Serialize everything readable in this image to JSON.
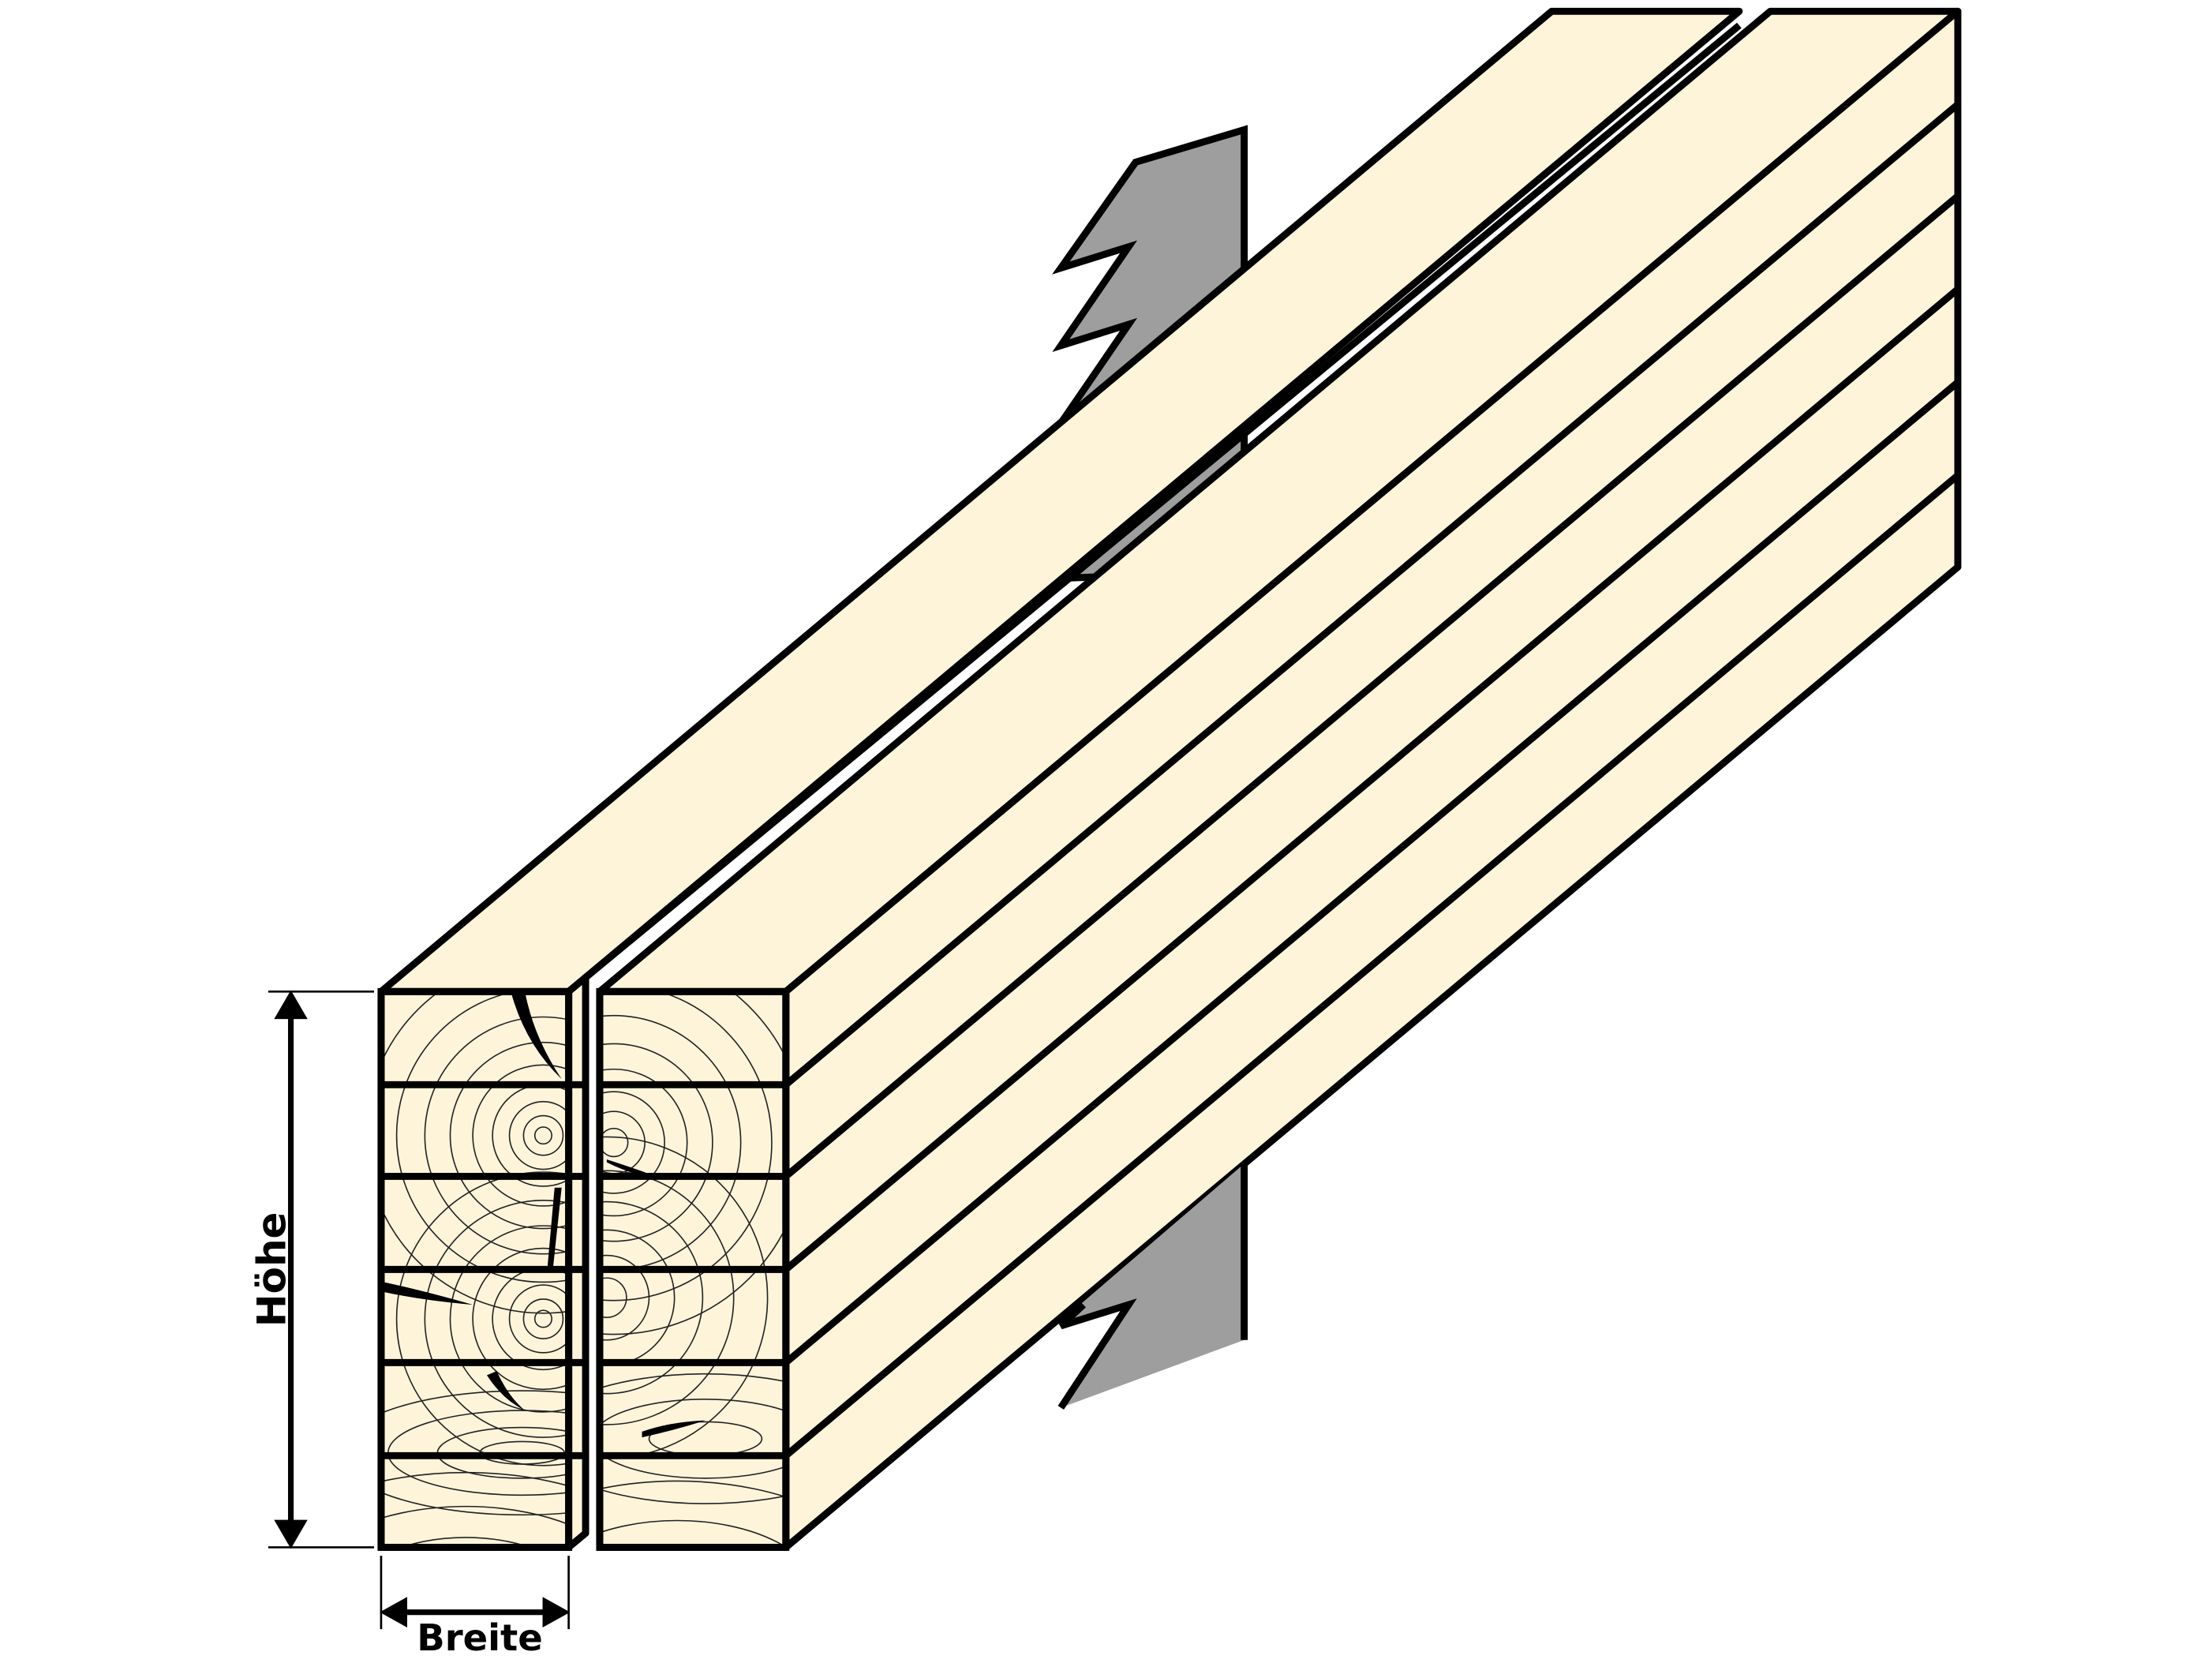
{
  "diagram": {
    "subject": "Two glued laminated timber beams (Duobalken) with saw blade",
    "labels": {
      "height": "Höhe",
      "width": "Breite"
    },
    "beams": [
      {
        "name": "left-beam",
        "lamellas": 6
      },
      {
        "name": "right-beam",
        "lamellas": 6
      }
    ],
    "colors": {
      "wood": "#FDF4DA",
      "saw_blade": "#9E9E9E",
      "outline": "#000000",
      "background": "#FFFFFF"
    }
  }
}
